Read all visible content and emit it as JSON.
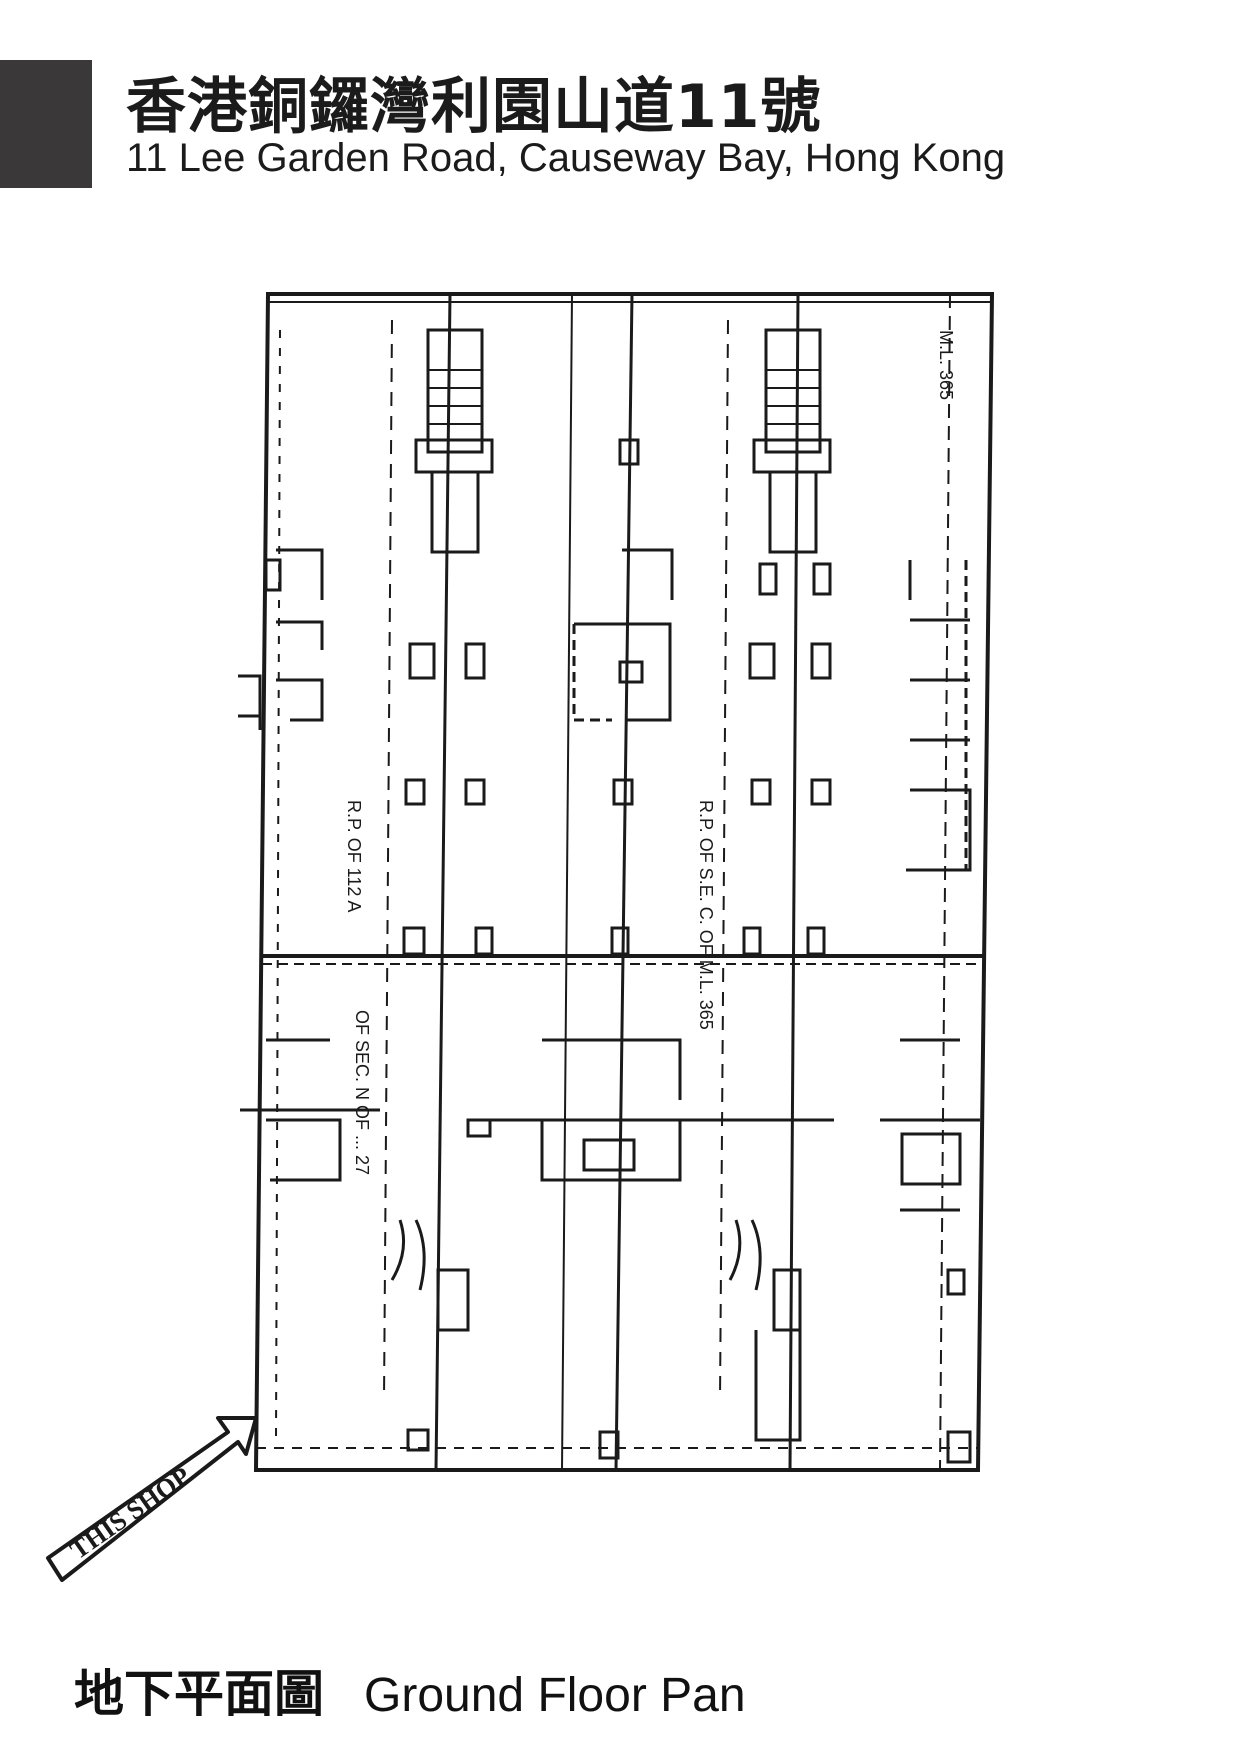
{
  "header": {
    "title_zh": "香港銅鑼灣利園山道11號",
    "title_en": "11 Lee Garden Road, Causeway Bay, Hong Kong",
    "block_color": "#3a3838"
  },
  "plan": {
    "arrow_label": "THIS SHOP",
    "section_labels": [
      "R.P. OF 112 A",
      "R.P. OF S.E. C. OF M.L. 365",
      "OF SEC. N OF ... 27",
      "M.L. 365"
    ],
    "line_color": "#1a1a1a"
  },
  "caption": {
    "zh": "地下平面圖",
    "en": "Ground Floor Pan"
  }
}
